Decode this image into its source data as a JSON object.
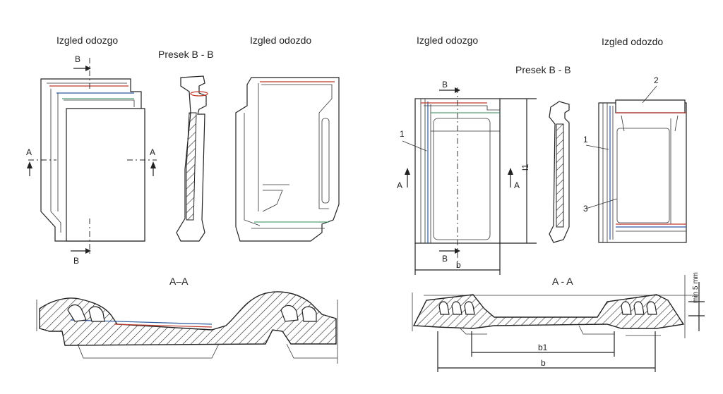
{
  "left": {
    "top_view": "Izgled odozgo",
    "bottom_view": "Izgled odozdo",
    "section_bb": "Presek  B - B",
    "section_aa": "A–A",
    "cut_a": "A",
    "cut_b": "B"
  },
  "right": {
    "top_view": "Izgled odozgo",
    "bottom_view": "Izgled odozdo",
    "section_bb": "Presek  B - B",
    "section_aa": "A - A",
    "cut_a": "A",
    "cut_b": "B",
    "dim_b": "b",
    "dim_b1": "b1",
    "dim_l1": "l1",
    "min_gap": "min 5 mm",
    "callout_1": "1",
    "callout_2": "2",
    "callout_3": "3"
  },
  "colors": {
    "accent_red": "#c0392b",
    "accent_blue": "#2c5aa0",
    "accent_green": "#2e8b57"
  }
}
